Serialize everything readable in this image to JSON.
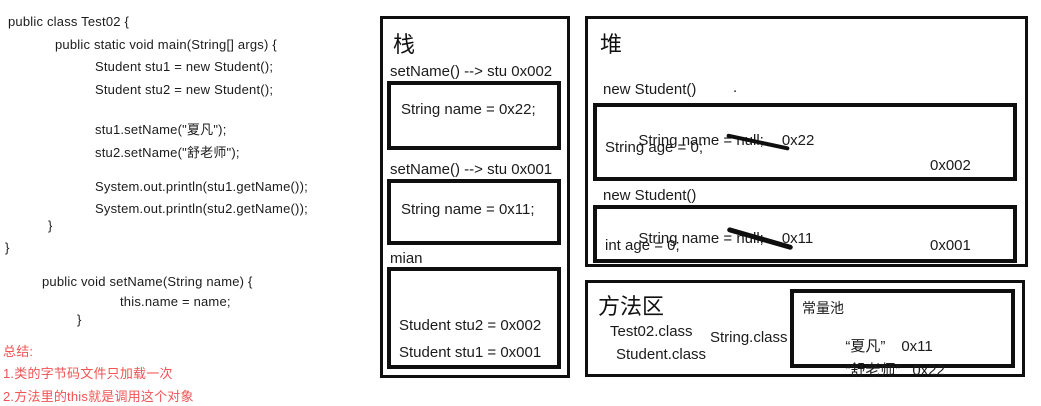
{
  "colors": {
    "text": "#1b1b1b",
    "red": "#f25353",
    "border": "#0f0f0f"
  },
  "code": {
    "lines": [
      "public class Test02 {",
      "public static void main(String[] args) {",
      "Student stu1 = new Student();",
      "Student stu2 = new Student();",
      "stu1.setName(\"夏凡\");",
      "stu2.setName(\"舒老师\");",
      "System.out.println(stu1.getName());",
      "System.out.println(stu2.getName());",
      "}",
      "}",
      "public void setName(String name) {",
      "this.name = name;",
      "}"
    ],
    "summary": [
      "总结:",
      "1.类的字节码文件只加载一次",
      "2.方法里的this就是调用这个对象"
    ]
  },
  "stack": {
    "title": "栈",
    "frame1_label": "setName() --> stu 0x002",
    "frame1_value": "String name = 0x22;",
    "frame2_label": "setName() --> stu 0x001",
    "frame2_value": "String name = 0x11;",
    "frame3_label": "mian",
    "frame3_line1": "Student stu2 = 0x002",
    "frame3_line2": "Student stu1 = 0x001"
  },
  "heap": {
    "title": "堆",
    "obj1": {
      "label": "new Student()",
      "stray_dot": ".",
      "name_prefix": "String name = ",
      "name_struck": "null;",
      "name_ref": "0x22",
      "age_line": "String age = 0;",
      "address": "0x002"
    },
    "obj2": {
      "label": "new Student()",
      "name_prefix": "String name = ",
      "name_struck": "null;",
      "name_ref": "0x11",
      "age_line": "int age = 0;",
      "address": "0x001"
    }
  },
  "method_area": {
    "title": "方法区",
    "class1": "Test02.class",
    "class2": "String.class",
    "class3": "Student.class",
    "constant_pool": {
      "title": "常量池",
      "entry1_literal": "“夏凡”",
      "entry1_ref": "0x11",
      "entry2_literal": "“舒老师”",
      "entry2_ref": "0x22"
    }
  }
}
